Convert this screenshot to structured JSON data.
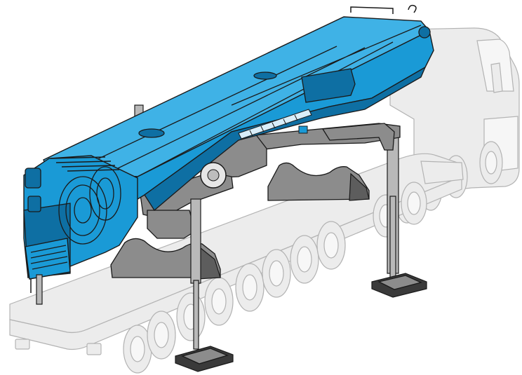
{
  "colors": {
    "boom_blue": "#1a9ad6",
    "boom_blue_dark": "#0e6fa3",
    "boom_blue_light": "#3fb2e6",
    "outline": "#1a1a1a",
    "ghost_fill": "#ececec",
    "ghost_stroke": "#b3b3b3",
    "frame_gray": "#8c8c8c",
    "frame_gray_light": "#b9b9b9",
    "frame_gray_dark": "#5d5d5d",
    "pad_dark": "#3a3a3a",
    "background": "#ffffff"
  },
  "components": [
    "telescopic-boom",
    "boom-head-pulleys",
    "hook-block",
    "slewing-frame",
    "front-outrigger-left",
    "front-outrigger-right",
    "rear-outrigger-left",
    "rear-outrigger-right",
    "boom-cradle-front",
    "boom-cradle-rear",
    "transport-trailer",
    "tractor-truck"
  ]
}
